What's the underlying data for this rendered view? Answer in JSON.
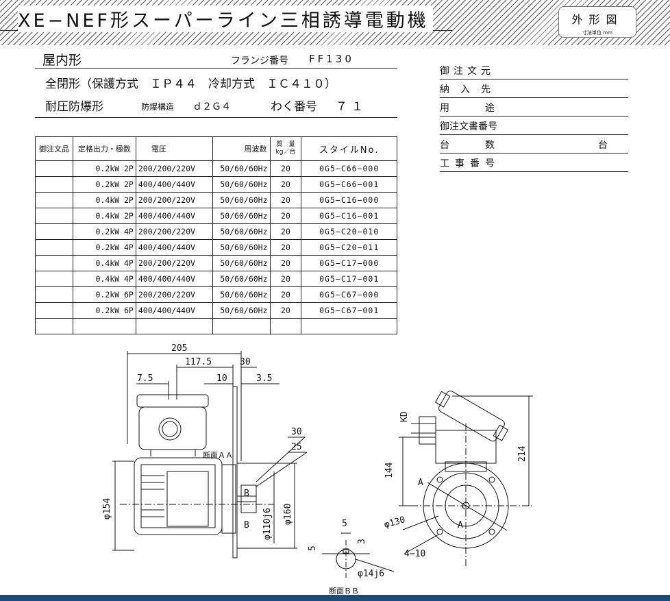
{
  "header": {
    "title": "XE−NEF形スーパーライン三相誘導電動機",
    "stamp_main": "外形図",
    "stamp_unit": "寸法単位 mm"
  },
  "spec": {
    "indoor": "屋内形",
    "flange_label": "フランジ番号",
    "flange_value": "FF130",
    "enclosure": "全閉形（保護方式　ＩＰ４４　冷却方式　ＩＣ４１０）",
    "explosion": "耐圧防爆形",
    "explosion_struct_label": "防爆構造",
    "explosion_struct_value": "ｄ２Ｇ４",
    "frame_label": "わく番号",
    "frame_value": "７１"
  },
  "order_info": [
    {
      "label": "御注文元",
      "suffix": ""
    },
    {
      "label": "納入先",
      "suffix": ""
    },
    {
      "label": "用途",
      "suffix": ""
    },
    {
      "label": "御注文書番号",
      "suffix": ""
    },
    {
      "label": "台数",
      "suffix": "台"
    },
    {
      "label": "工事番号",
      "suffix": ""
    }
  ],
  "table": {
    "headers": {
      "order": "御注文品",
      "rating": "定格出力・極数",
      "voltage": "電圧",
      "freq": "周波数",
      "mass_top": "質　量",
      "mass_bottom": "kg／台",
      "style": "スタイルNo."
    },
    "rows": [
      {
        "order": "",
        "rating": "0.2kW 2P",
        "voltage": "200/200/220V",
        "freq": "50/60/60Hz",
        "mass": "20",
        "style": "0G5−C66−000"
      },
      {
        "order": "",
        "rating": "0.2kW 2P",
        "voltage": "400/400/440V",
        "freq": "50/60/60Hz",
        "mass": "20",
        "style": "0G5−C66−001"
      },
      {
        "order": "",
        "rating": "0.4kW 2P",
        "voltage": "200/200/220V",
        "freq": "50/60/60Hz",
        "mass": "20",
        "style": "0G5−C16−000"
      },
      {
        "order": "",
        "rating": "0.4kW 2P",
        "voltage": "400/400/440V",
        "freq": "50/60/60Hz",
        "mass": "20",
        "style": "0G5−C16−001"
      },
      {
        "order": "",
        "rating": "0.2kW 4P",
        "voltage": "200/200/220V",
        "freq": "50/60/60Hz",
        "mass": "20",
        "style": "0G5−C20−010"
      },
      {
        "order": "",
        "rating": "0.2kW 4P",
        "voltage": "400/400/440V",
        "freq": "50/60/60Hz",
        "mass": "20",
        "style": "0G5−C20−011"
      },
      {
        "order": "",
        "rating": "0.4kW 4P",
        "voltage": "200/200/220V",
        "freq": "50/60/60Hz",
        "mass": "20",
        "style": "0G5−C17−000"
      },
      {
        "order": "",
        "rating": "0.4kW 4P",
        "voltage": "400/400/440V",
        "freq": "50/60/60Hz",
        "mass": "20",
        "style": "0G5−C17−001"
      },
      {
        "order": "",
        "rating": "0.2kW 6P",
        "voltage": "200/200/220V",
        "freq": "50/60/60Hz",
        "mass": "20",
        "style": "0G5−C67−000"
      },
      {
        "order": "",
        "rating": "0.2kW 6P",
        "voltage": "400/400/440V",
        "freq": "50/60/60Hz",
        "mass": "20",
        "style": "0G5−C67−001"
      },
      {
        "order": "",
        "rating": "",
        "voltage": "",
        "freq": "",
        "mass": "",
        "style": ""
      }
    ]
  },
  "drawing": {
    "dim_205": "205",
    "dim_117_5": "117.5",
    "dim_30_top": "30",
    "dim_7_5": "7.5",
    "dim_10": "10",
    "dim_3_5": "3.5",
    "dim_30_right": "30",
    "dim_25": "25",
    "section_aa": "断面ＡＡ",
    "dim_phi154": "φ154",
    "dim_phi110j6": "φ110j6",
    "dim_phi160": "φ160",
    "mark_b1": "B",
    "mark_b2": "B",
    "dim_5_top": "5",
    "dim_5_left": "5",
    "dim_3": "3",
    "dim_phi14j6": "φ14j6",
    "section_bb": "断面ＢＢ",
    "dim_kd": "KD",
    "dim_144": "144",
    "dim_214": "214",
    "mark_a1": "A",
    "mark_a2": "A",
    "dim_phi130": "φ130",
    "dim_4_10": "4−10"
  }
}
